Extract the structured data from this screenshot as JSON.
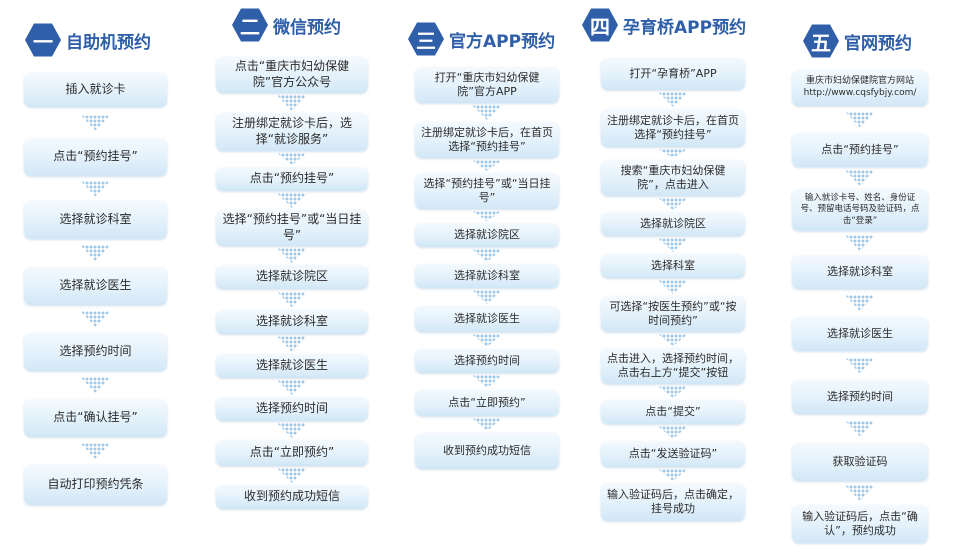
{
  "columns": [
    {
      "num": "一",
      "title": "自助机预约",
      "steps": [
        "插入就诊卡",
        "点击“预约挂号”",
        "选择就诊科室",
        "选择就诊医生",
        "选择预约时间",
        "点击“确认挂号”",
        "自动打印预约凭条"
      ]
    },
    {
      "num": "二",
      "title": "微信预约",
      "steps": [
        "点击“重庆市妇幼保健院”官方公众号",
        "注册绑定就诊卡后，选择“就诊服务”",
        "点击“预约挂号”",
        "选择“预约挂号”或“当日挂号”",
        "选择就诊院区",
        "选择就诊科室",
        "选择就诊医生",
        "选择预约时间",
        "点击“立即预约”",
        "收到预约成功短信"
      ]
    },
    {
      "num": "三",
      "title": "官方APP预约",
      "steps": [
        "打开“重庆市妇幼保健院”官方APP",
        "注册绑定就诊卡后，在首页选择“预约挂号”",
        "选择“预约挂号”或“当日挂号”",
        "选择就诊院区",
        "选择就诊科室",
        "选择就诊医生",
        "选择预约时间",
        "点击“立即预约”",
        "收到预约成功短信"
      ]
    },
    {
      "num": "四",
      "title": "孕育桥APP预约",
      "steps": [
        "打开“孕育桥”APP",
        "注册绑定就诊卡后，在首页选择“预约挂号”",
        "搜索“重庆市妇幼保健院”，点击进入",
        "选择就诊院区",
        "选择科室",
        "可选择“按医生预约”或“按时间预约”",
        "点击进入，选择预约时间，点击右上方“提交”按钮",
        "点击“提交”",
        "点击“发送验证码”",
        "输入验证码后，点击确定，挂号成功"
      ]
    },
    {
      "num": "五",
      "title": "官网预约",
      "steps": [
        "重庆市妇幼保健院官方网站 http://www.cqsfybjy.com/",
        "点击“预约挂号”",
        "输入就诊卡号、姓名、身份证号、预留电话号码及验证码，点击“登录”",
        "选择就诊科室",
        "选择就诊医生",
        "选择预约时间",
        "获取验证码",
        "输入验证码后，点击“确认”，预约成功"
      ]
    }
  ]
}
